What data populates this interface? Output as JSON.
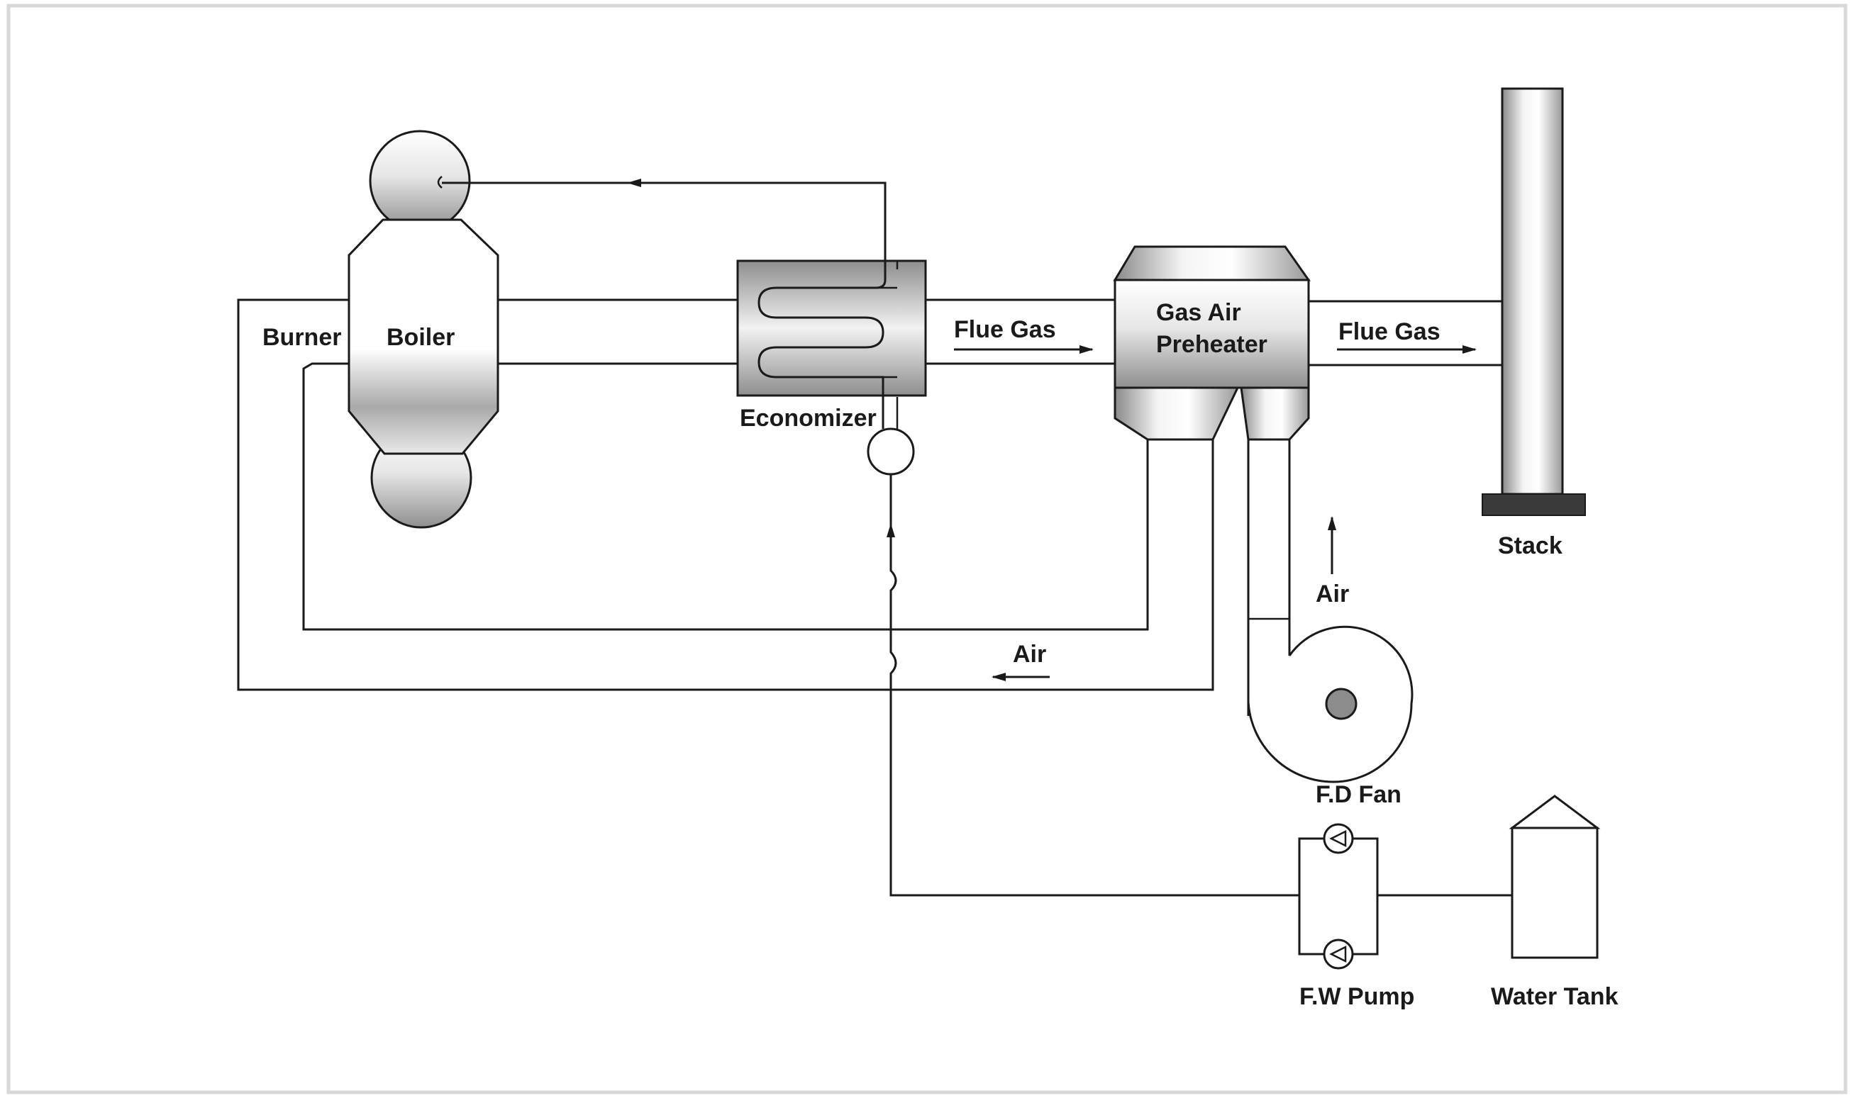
{
  "labels": {
    "burner": "Burner",
    "boiler": "Boiler",
    "economizer": "Economizer",
    "flue_gas_1": "Flue Gas",
    "gas_air_preheater_line1": "Gas Air",
    "gas_air_preheater_line2": "Preheater",
    "flue_gas_2": "Flue Gas",
    "stack": "Stack",
    "air_up": "Air",
    "air_left": "Air",
    "fd_fan": "F.D Fan",
    "fw_pump": "F.W Pump",
    "water_tank": "Water Tank"
  },
  "colors": {
    "line": "#1a1a1a",
    "metal_light": "#ffffff",
    "metal_dark": "#9a9a9a",
    "stack_base": "#3a3a3a",
    "fan_hub": "#8c8c8c",
    "frame": "#d8d8d8"
  }
}
